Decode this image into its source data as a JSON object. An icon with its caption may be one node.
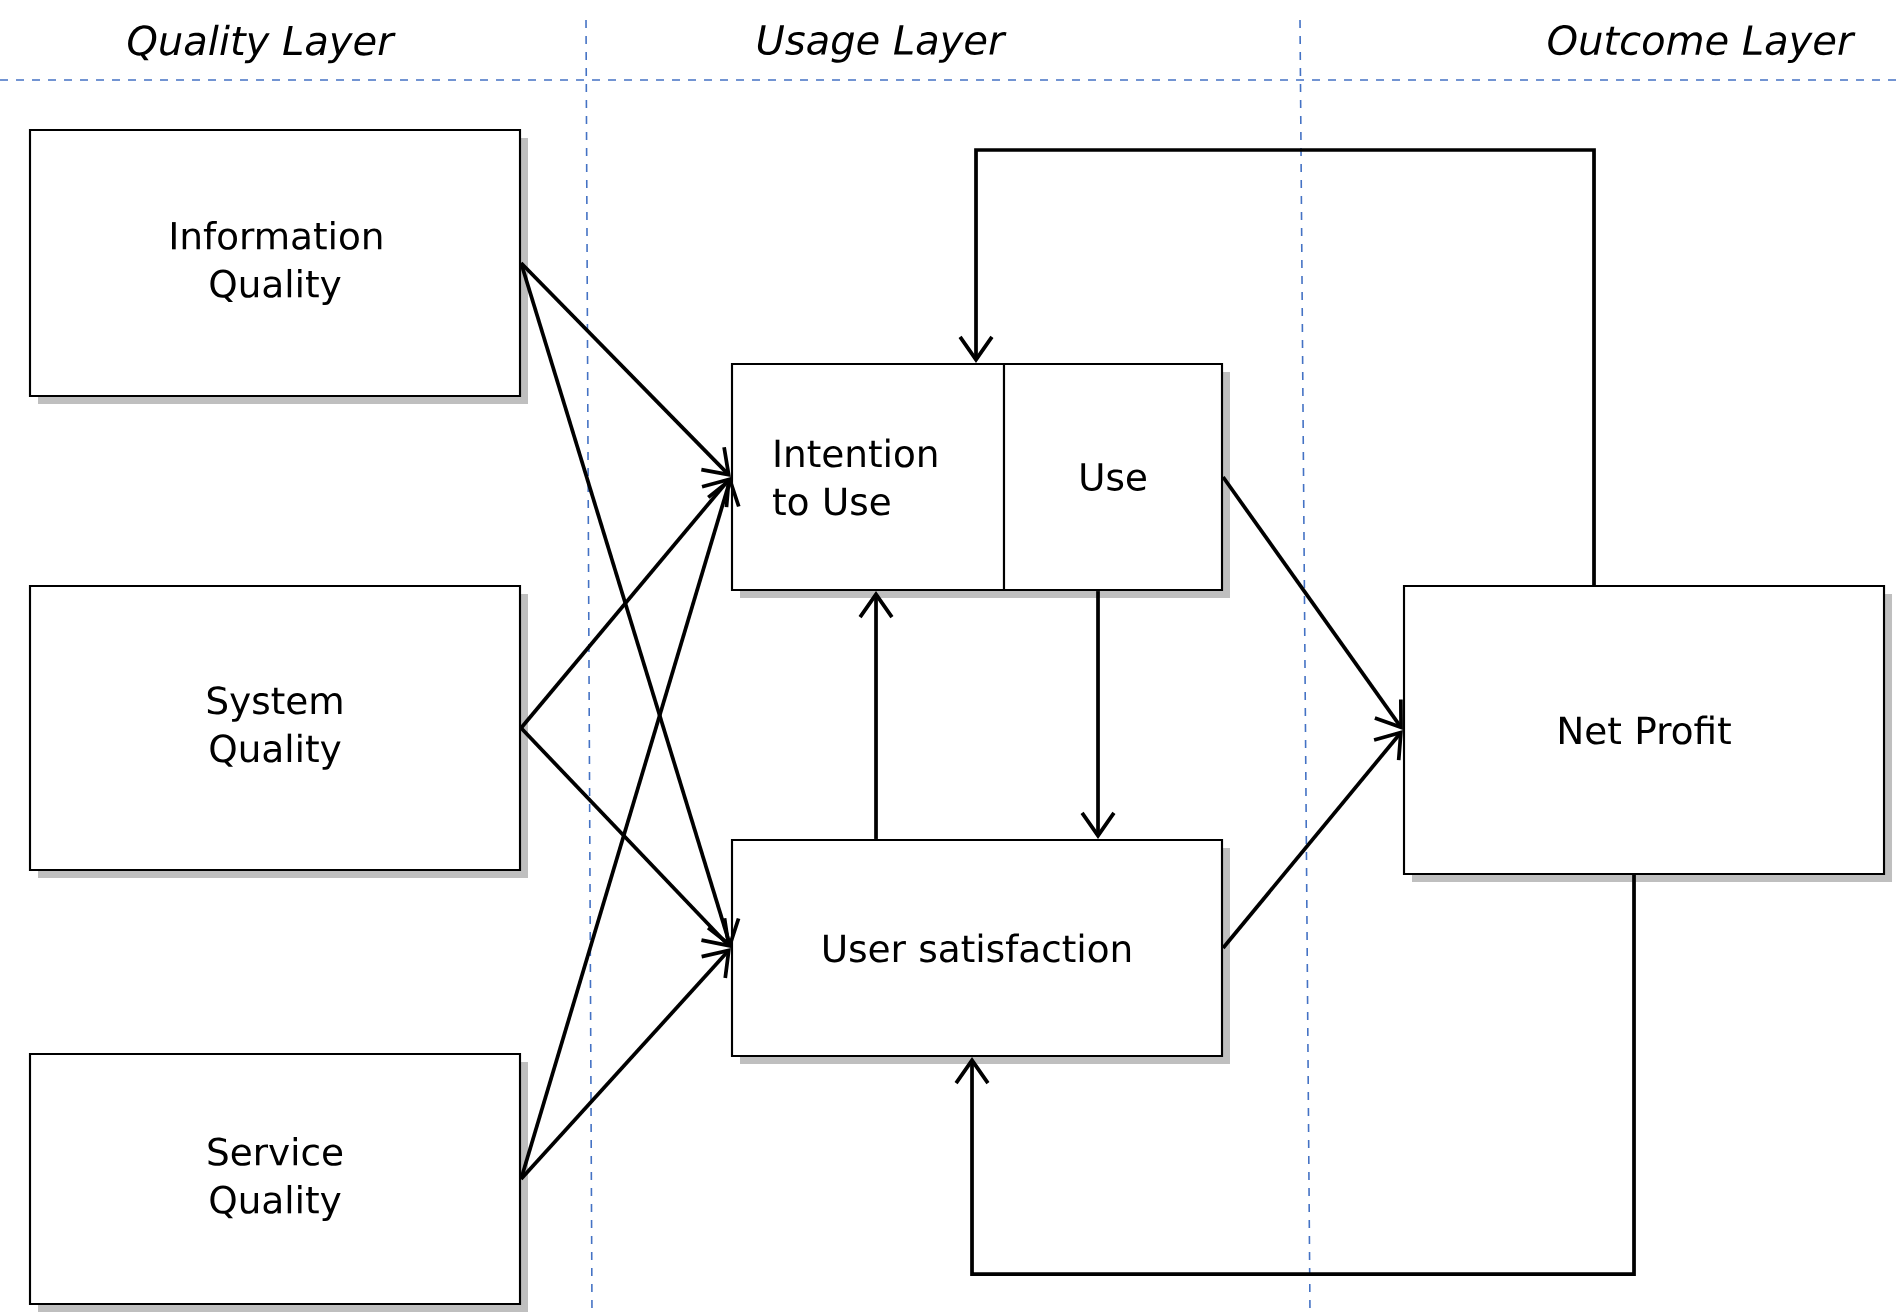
{
  "diagram": {
    "nodes": [
      {
        "text": [
          "Information Quality"
        ]
      },
      {
        "text": [
          "System Quality"
        ]
      },
      {
        "text": [
          "Service Quality"
        ]
      },
      {
        "text": [
          "Intention to Use"
        ]
      },
      {
        "text": [
          "Use"
        ]
      },
      {
        "text": [
          "User satisfaction"
        ]
      },
      {
        "text": [
          "Net Profit"
        ]
      }
    ],
    "edges": [
      {
        "from": 0,
        "to": 3,
        "arrow": "to"
      },
      {
        "from": 0,
        "to": 5,
        "arrow": "to"
      },
      {
        "from": 1,
        "to": 3,
        "arrow": "to"
      },
      {
        "from": 1,
        "to": 5,
        "arrow": "to"
      },
      {
        "from": 2,
        "to": 3,
        "arrow": "to"
      },
      {
        "from": 2,
        "to": 5,
        "arrow": "to"
      },
      {
        "from": 5,
        "to": 3,
        "arrow": "to"
      },
      {
        "from": 4,
        "to": 5,
        "arrow": "to"
      },
      {
        "from": 4,
        "to": 6,
        "arrow": "to"
      },
      {
        "from": 5,
        "to": 6,
        "arrow": "to"
      },
      {
        "from": 6,
        "to": 3,
        "arrow": "to"
      },
      {
        "from": 6,
        "to": 5,
        "arrow": "to"
      }
    ],
    "labels": [
      "Quality Layer",
      "Usage Layer",
      "Outcome Layer"
    ]
  }
}
